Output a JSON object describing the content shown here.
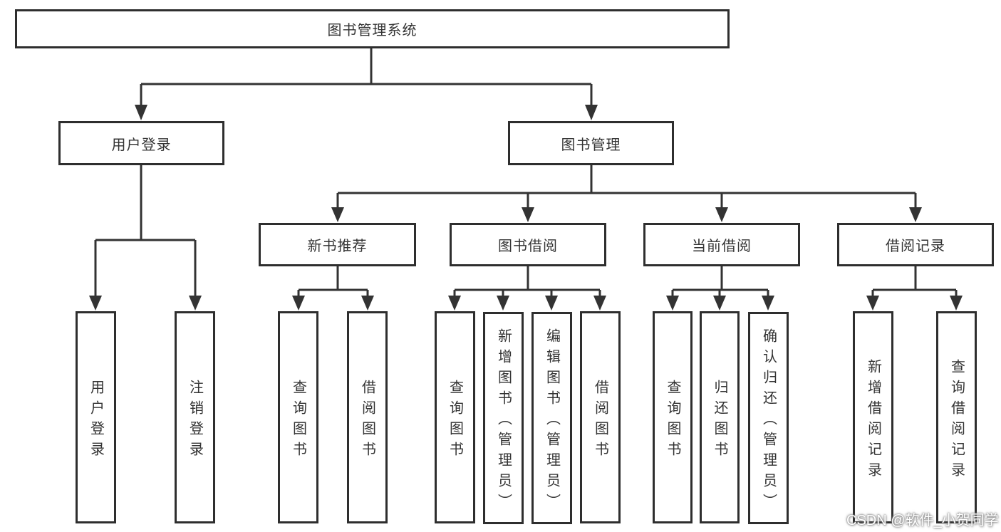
{
  "tree": {
    "label": "图书管理系统",
    "children": [
      {
        "label": "用户登录",
        "children": [
          {
            "label": "用户登录"
          },
          {
            "label": "注销登录"
          }
        ]
      },
      {
        "label": "图书管理",
        "children": [
          {
            "label": "新书推荐",
            "children": [
              {
                "label": "查询图书"
              },
              {
                "label": "借阅图书"
              }
            ]
          },
          {
            "label": "图书借阅",
            "children": [
              {
                "label": "查询图书"
              },
              {
                "label": "新增图书（管理员）"
              },
              {
                "label": "编辑图书（管理员）"
              },
              {
                "label": "借阅图书"
              }
            ]
          },
          {
            "label": "当前借阅",
            "children": [
              {
                "label": "查询图书"
              },
              {
                "label": "归还图书"
              },
              {
                "label": "确认归还（管理员）"
              }
            ]
          },
          {
            "label": "借阅记录",
            "children": [
              {
                "label": "新增借阅记录"
              },
              {
                "label": "查询借阅记录"
              }
            ]
          }
        ]
      }
    ]
  },
  "watermark": "CSDN @软件_小贺同学",
  "colors": {
    "line": "#333333",
    "box_border": "#2e2e2e",
    "box_background": "#ffffff",
    "text": "#333333",
    "watermark_text": "#ffffff"
  }
}
